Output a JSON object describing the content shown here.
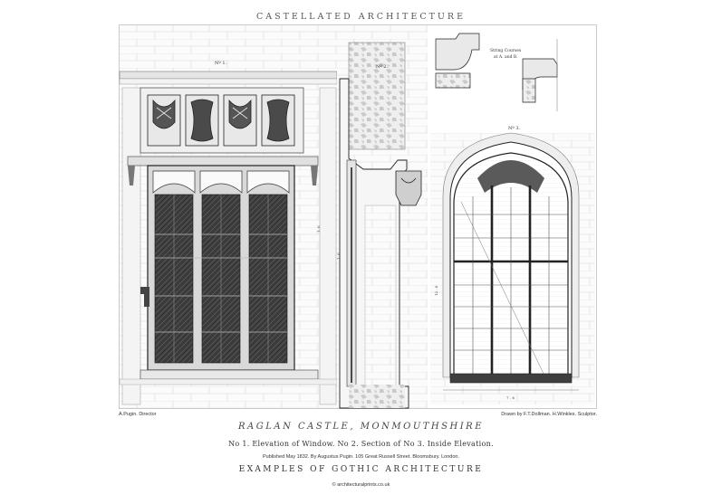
{
  "header": "CASTELLATED ARCHITECTURE",
  "plate": {
    "fig1_label": "Nº 1.",
    "fig2_label": "Nº 2.",
    "fig3_label": "Nº 3.",
    "string_courses_line1": "String Courses",
    "string_courses_line2": "at A. and B."
  },
  "caption_left": "A.Pugin. Director",
  "caption_right": "Drawn by F.T.Dollman. H.Winkles. Sculptor.",
  "title": "RAGLAN CASTLE, MONMOUTHSHIRE",
  "subtitle": "No 1. Elevation of Window. No 2. Section of No 3. Inside Elevation.",
  "published": "Published May 1832. By Augustus Pugin. 105 Great Russell Street. Bloomsbury. London.",
  "series": "EXAMPLES OF GOTHIC ARCHITECTURE",
  "footer": "© architecturalprints.co.uk"
}
